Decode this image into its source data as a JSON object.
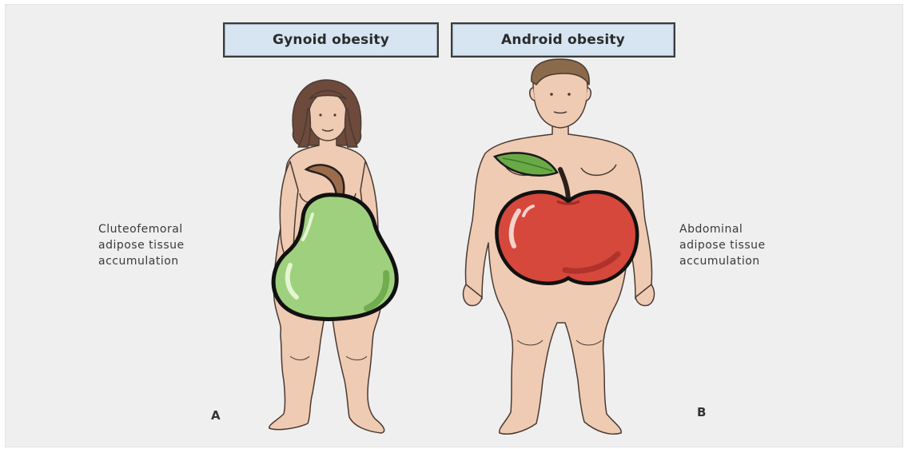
{
  "headers": {
    "gynoid": "Gynoid obesity",
    "android": "Android obesity"
  },
  "left_description": [
    "Cluteofemoral",
    "adipose tissue",
    "accumulation"
  ],
  "right_description": [
    "Abdominal",
    "adipose tissue",
    "accumulation"
  ],
  "panel_labels": {
    "a": "A",
    "b": "B"
  },
  "colors": {
    "skin": "#efcbb3",
    "skin_outline": "#4a3a33",
    "pear": "#9fd07e",
    "apple": "#d6473c",
    "leaf": "#6aaa46",
    "header_fill": "#d6e5f1",
    "hair_woman": "#6e4a3c",
    "hair_man": "#8b6a4c"
  }
}
